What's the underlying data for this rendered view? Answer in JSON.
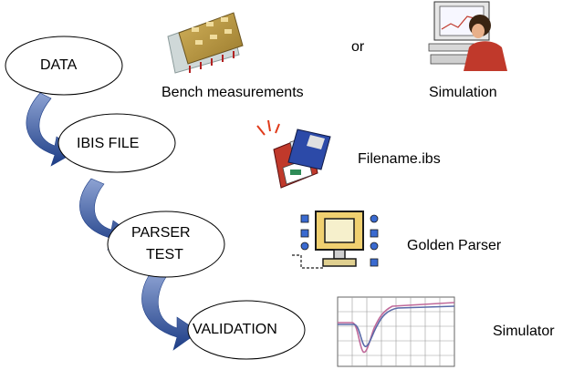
{
  "steps": [
    {
      "id": "data",
      "label": "DATA"
    },
    {
      "id": "ibis-file",
      "label": "IBIS FILE"
    },
    {
      "id": "parser-test",
      "label_line1": "PARSER",
      "label_line2": "TEST"
    },
    {
      "id": "validation",
      "label": "VALIDATION"
    }
  ],
  "resources": {
    "bench": {
      "label": "Bench measurements",
      "icon": "circuit-board-icon"
    },
    "connector": {
      "label": "or"
    },
    "simulation": {
      "label": "Simulation",
      "icon": "person-at-computer-icon"
    },
    "ibs_file": {
      "label": "Filename.ibs",
      "icon": "floppy-disk-icon"
    },
    "golden_parser": {
      "label": "Golden Parser",
      "icon": "computer-network-icon"
    },
    "simulator": {
      "label": "Simulator",
      "icon": "waveform-plot-icon"
    }
  },
  "colors": {
    "arrow_light": "#8ea3d3",
    "arrow_dark": "#1d3d86",
    "ellipse_stroke": "#000000"
  }
}
